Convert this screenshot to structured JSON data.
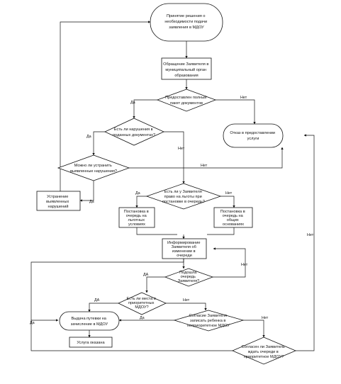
{
  "nodes": {
    "start": [
      "Принятие решения о",
      "необходимости подачи",
      "заявления в МДОУ"
    ],
    "apply": [
      "Обращение Заявителя в",
      "муниципальный орган",
      "образования"
    ],
    "full_package": [
      "Предоставлен полный",
      "пакет документов"
    ],
    "doc_errors": [
      "Есть ли нарушения в",
      "поданных документах?"
    ],
    "refuse": [
      "Отказ в предоставлении",
      "услуги"
    ],
    "can_fix": [
      "Можно ли устранить",
      "выявленные нарушения?"
    ],
    "fix_errors": [
      "Устранение",
      "выявленных",
      "нарушений"
    ],
    "has_benefit": [
      "Есть ли у Заявителя",
      "право на льготы при",
      "постановке в очередь?"
    ],
    "queue_benefit": [
      "Постановка в",
      "очередь на",
      "льготных",
      "условиях"
    ],
    "queue_general": [
      "Постановка в",
      "очередь на",
      "общих",
      "основаниях"
    ],
    "inform": [
      "Информирование",
      "Заявителя об",
      "изменении в",
      "очереди"
    ],
    "turn_came": [
      "Подошла",
      "очередь",
      "Заявителя?"
    ],
    "priority_places": [
      "Есть ли места в",
      "приоритетных",
      "МДОУ?"
    ],
    "agree_non_priority": [
      "Согласие Заявителя",
      "записать ребенка в",
      "неприоритетное МДОУ"
    ],
    "issue_voucher": [
      "Выдача путевки на",
      "зачисление в МДОУ"
    ],
    "service_done": [
      "Услуга оказана"
    ],
    "agree_wait": [
      "Согласен ли Заявитель",
      "ждать очереди в",
      "приоритетное МДОУ?"
    ]
  },
  "edge_labels": {
    "yes": "Да",
    "no": "Нет",
    "yes_caps": "ДА"
  }
}
